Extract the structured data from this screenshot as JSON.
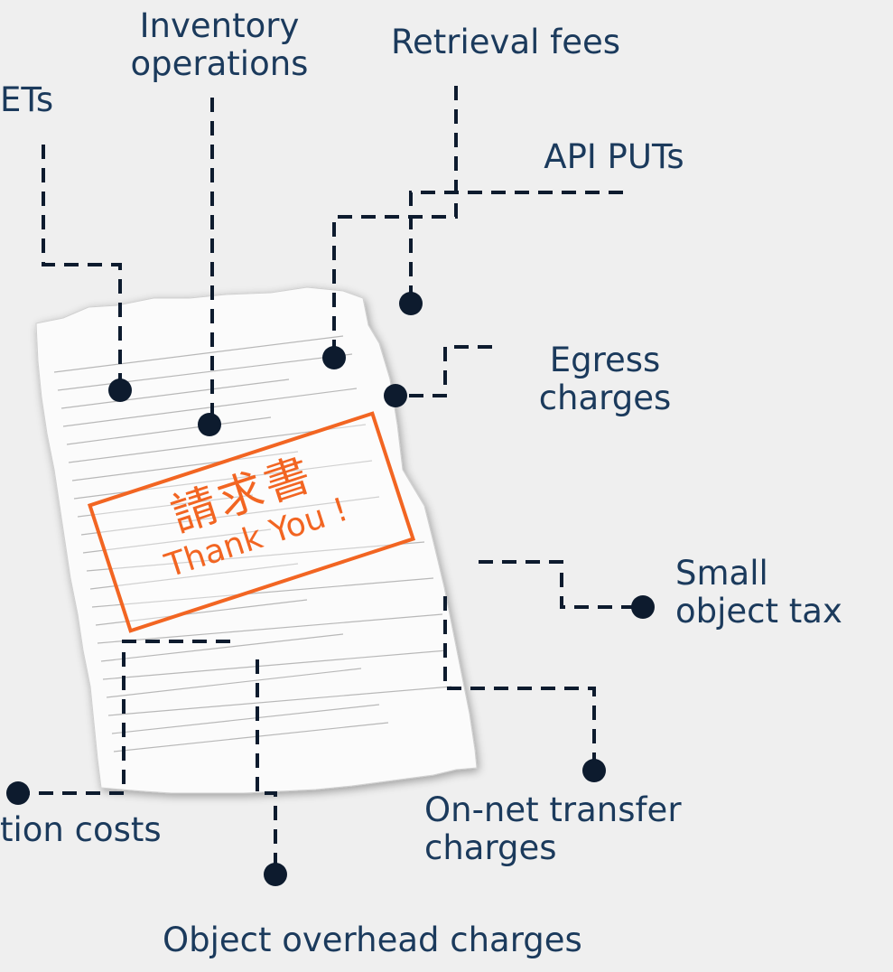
{
  "labels": {
    "gets": "ETs",
    "inventory": [
      "Inventory",
      "operations"
    ],
    "retrieval": "Retrieval fees",
    "api_puts": "API PUTs",
    "egress": [
      "Egress",
      "charges"
    ],
    "small_object": [
      "Small",
      "object tax"
    ],
    "on_net": [
      "On-net transfer",
      "charges"
    ],
    "object_overhead": "Object overhead charges",
    "migration": "tion costs"
  },
  "stamp": {
    "kanji": "請求書",
    "thanks": "Thank You !"
  },
  "colors": {
    "background": "#efefef",
    "line": "#0d1b2e",
    "label_text": "#1b3a5c",
    "stamp": "#f26522",
    "paper": "#fbfbfb"
  }
}
